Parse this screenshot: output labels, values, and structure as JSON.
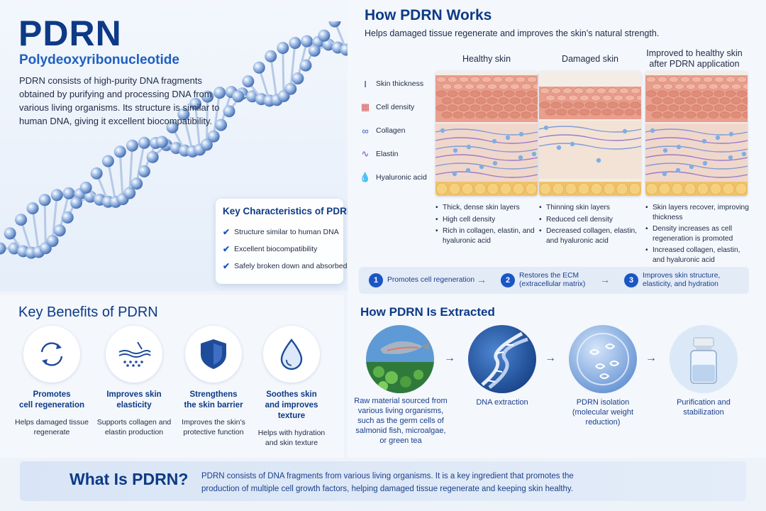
{
  "hero": {
    "title": "PDRN",
    "subtitle": "Polydeoxyribonucleotide",
    "description": "PDRN consists of high-purity DNA fragments obtained by purifying and processing DNA from various living organisms. Its structure is similar to human DNA, giving it excellent biocompatibility."
  },
  "key_characteristics": {
    "title": "Key Characteristics of PDRN",
    "items": [
      "Structure similar to human DNA",
      "Excellent biocompatibility",
      "Safely broken down and absorbed"
    ]
  },
  "works": {
    "title": "How PDRN Works",
    "subtitle": "Helps damaged tissue regenerate and improves the skin’s natural strength.",
    "columns": [
      "Healthy skin",
      "Damaged skin",
      "Improved to healthy skin after PDRN application"
    ],
    "legend": [
      {
        "label": "Skin thickness",
        "icon": "thickness-icon"
      },
      {
        "label": "Cell density",
        "icon": "cell-density-icon"
      },
      {
        "label": "Collagen",
        "icon": "collagen-icon"
      },
      {
        "label": "Elastin",
        "icon": "elastin-icon"
      },
      {
        "label": "Hyaluronic acid",
        "icon": "droplet-icon"
      }
    ],
    "healthy_bullets": [
      "Thick, dense skin layers",
      "High cell density",
      "Rich in collagen, elastin, and hyaluronic acid"
    ],
    "damaged_bullets": [
      "Thinning skin layers",
      "Reduced cell density",
      "Decreased collagen, elastin, and hyaluronic acid"
    ],
    "improved_bullets": [
      "Skin layers recover, improving thickness",
      "Density increases as cell regeneration is promoted",
      "Increased collagen, elastin, and hyaluronic acid"
    ],
    "steps": [
      {
        "num": "1",
        "text": "Promotes cell regeneration"
      },
      {
        "num": "2",
        "text": "Restores the ECM",
        "sub": "(extracellular matrix)"
      },
      {
        "num": "3",
        "text": "Improves skin structure,",
        "sub": "elasticity, and hydration"
      }
    ]
  },
  "benefits": {
    "title": "Key Benefits of PDRN",
    "items": [
      {
        "title_1": "Promotes",
        "title_2": "cell regeneration",
        "desc": "Helps damaged tissue regenerate",
        "icon": "cycle-arrows-icon"
      },
      {
        "title_1": "Improves skin",
        "title_2": "elasticity",
        "desc": "Supports collagen and elastin production",
        "icon": "skin-elasticity-icon"
      },
      {
        "title_1": "Strengthens",
        "title_2": "the skin barrier",
        "desc": "Improves the skin’s protective function",
        "icon": "shield-icon"
      },
      {
        "title_1": "Soothes skin",
        "title_2": "and improves texture",
        "desc": "Helps with hydration and skin texture",
        "icon": "droplet-icon"
      }
    ]
  },
  "extract": {
    "title": "How PDRN Is Extracted",
    "steps": [
      {
        "label": "Raw material sourced from various living organisms, such as the germ cells of salmonid fish, microalgae, or green tea",
        "icon": "salmon-algae-image"
      },
      {
        "label": "DNA extraction",
        "icon": "dna-helix-image"
      },
      {
        "label": "PDRN isolation (molecular weight reduction)",
        "icon": "fragments-sphere-image"
      },
      {
        "label": "Purification and stabilization",
        "icon": "vial-image"
      }
    ]
  },
  "what": {
    "title": "What Is PDRN?",
    "description": "PDRN consists of DNA fragments from various living organisms. It is a key ingredient that promotes the production of multiple cell growth factors, helping damaged tissue regenerate and keeping skin healthy."
  },
  "colors": {
    "primary": "#0d3a86",
    "accent": "#1a56c4",
    "background": "#eef3fa"
  }
}
